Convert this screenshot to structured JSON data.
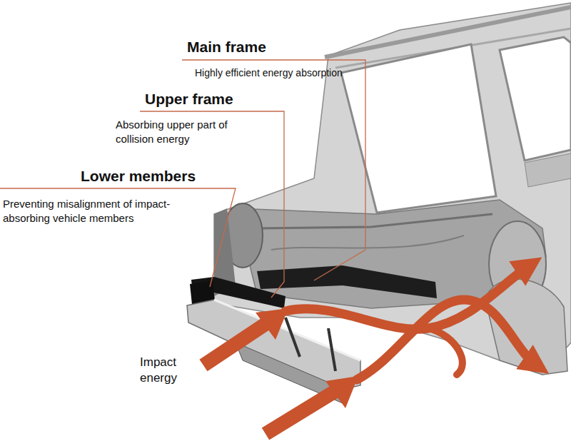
{
  "diagram": {
    "labels": [
      "Main frame",
      "Highly efficient energy absorption",
      "Upper frame",
      "Absorbing upper part of collision energy",
      "Lower members",
      "Preventing misalignment of impact-absorbing vehicle members",
      "Impact energy"
    ]
  }
}
